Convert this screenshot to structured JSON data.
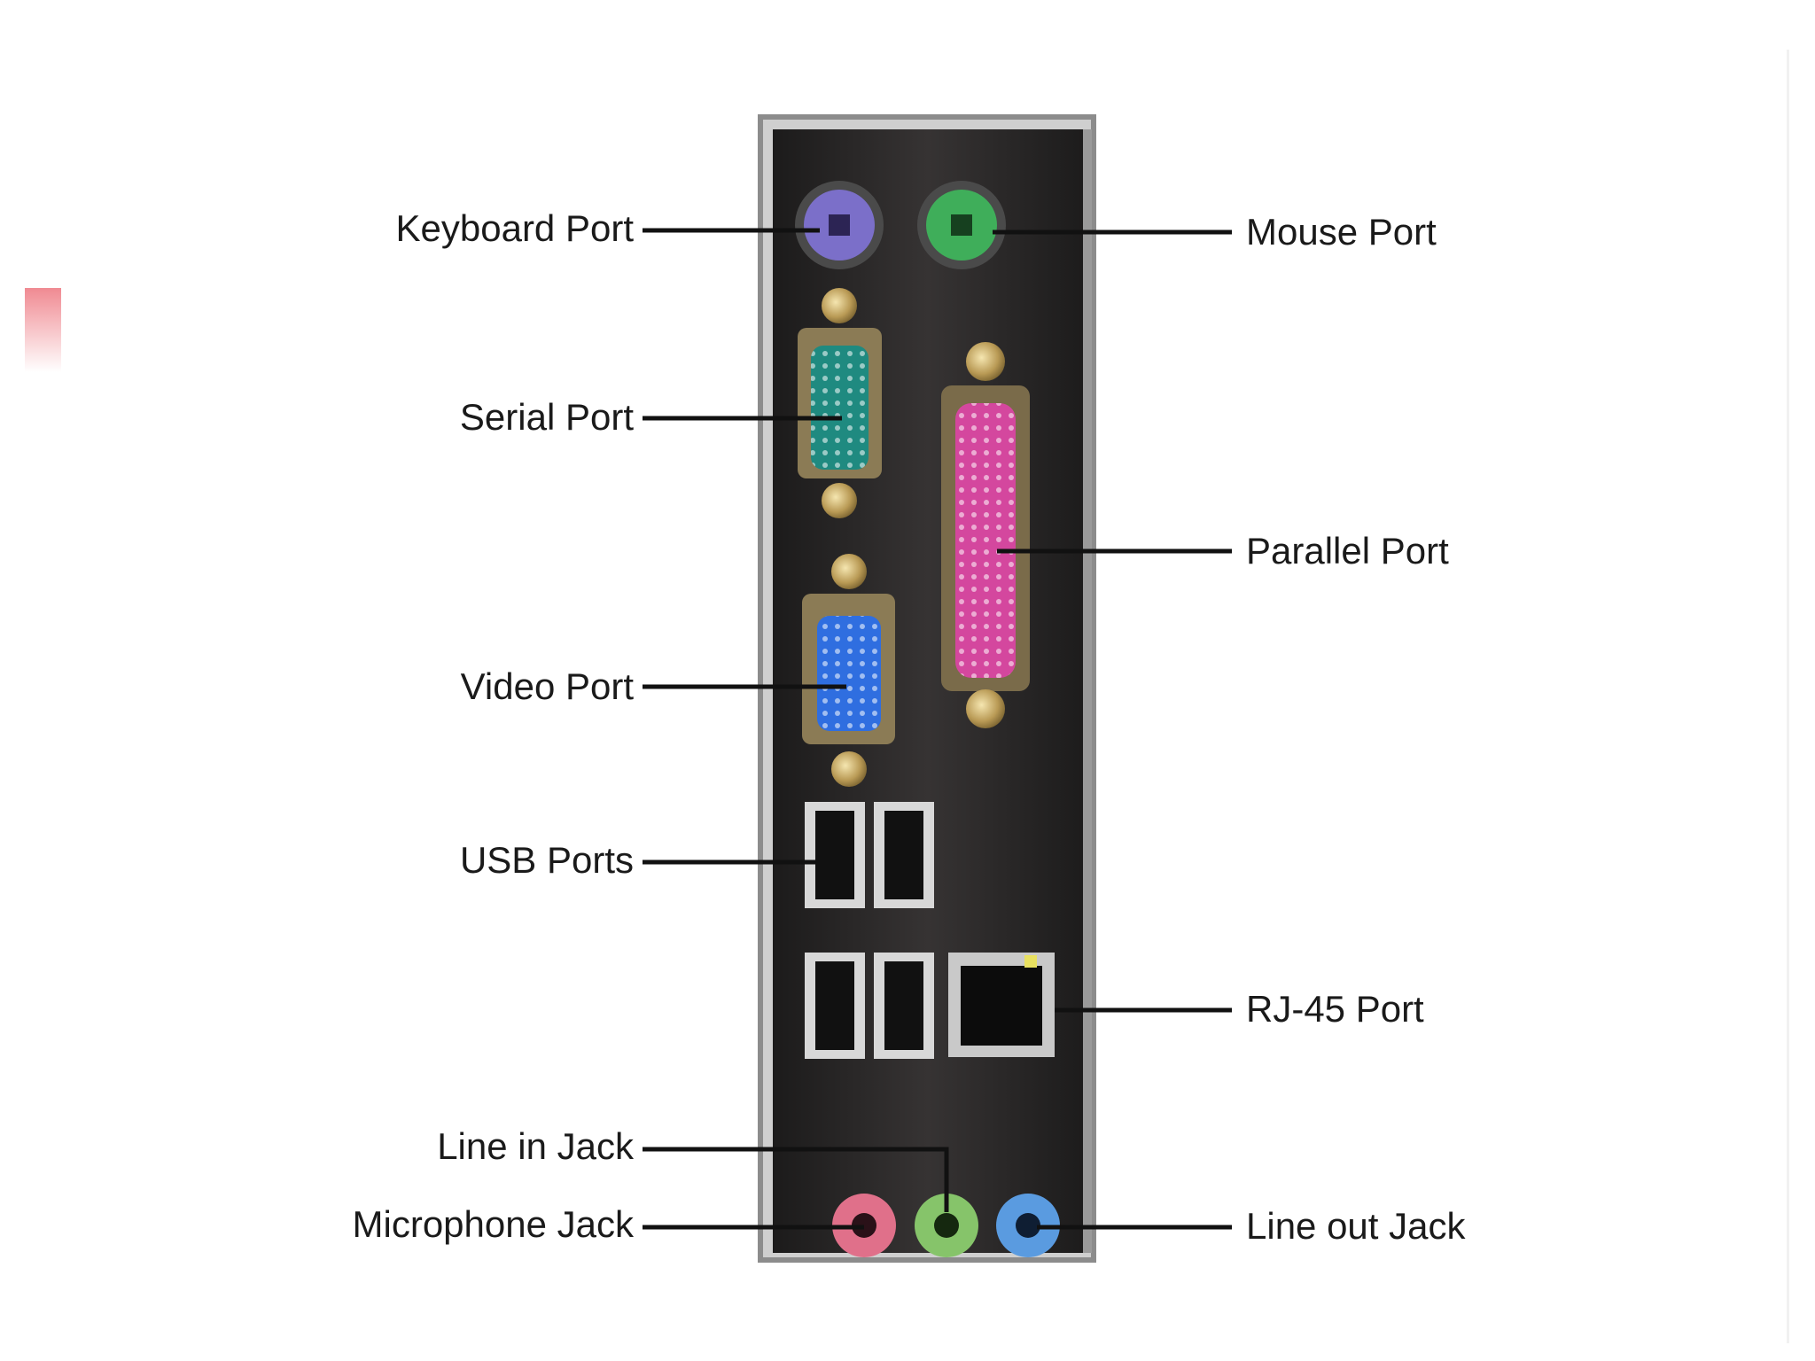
{
  "diagram": {
    "subject": "Computer motherboard rear I/O panel",
    "labels": {
      "keyboard_port": "Keyboard Port",
      "mouse_port": "Mouse Port",
      "serial_port": "Serial Port",
      "parallel_port": "Parallel Port",
      "video_port": "Video Port",
      "usb_ports": "USB Ports",
      "rj45_port": "RJ-45 Port",
      "line_in_jack": "Line in Jack",
      "microphone_jack": "Microphone Jack",
      "line_out_jack": "Line out Jack"
    },
    "colors": {
      "keyboard": "#7b6fc9",
      "mouse": "#3fae5a",
      "serial": "#1f8a80",
      "parallel": "#d4479e",
      "video": "#2f6ee0",
      "microphone": "#e0708a",
      "line_in": "#86c46a",
      "line_out": "#5a9be0",
      "panel": "#2a2828"
    }
  }
}
